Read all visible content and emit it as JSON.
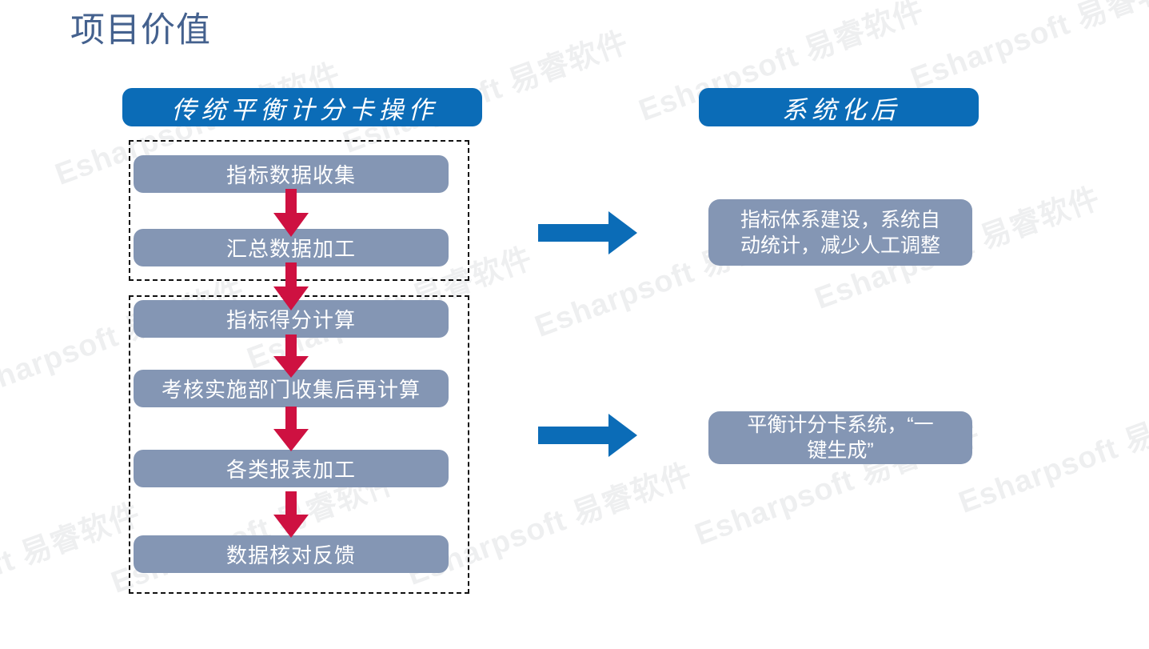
{
  "slide": {
    "title": "项目价值",
    "title_color": "#44618e",
    "background": "#ffffff"
  },
  "watermark": {
    "text": "Esharpsoft 易睿软件",
    "color": "#c9ccd1",
    "rotation_deg": -20
  },
  "colors": {
    "header_blue": "#0b6cb7",
    "box_gray_blue": "#8496b4",
    "red_arrow": "#ce1141",
    "blue_arrow": "#0b6cb7",
    "dashed_border": "#111111"
  },
  "columns": {
    "left": {
      "header": "传统平衡计分卡操作",
      "groups": [
        {
          "name": "data-collection-group",
          "steps": [
            "指标数据收集",
            "汇总数据加工"
          ]
        },
        {
          "name": "score-calculation-group",
          "steps": [
            "指标得分计算",
            "考核实施部门收集后再计算",
            "各类报表加工",
            "数据核对反馈"
          ]
        }
      ],
      "steps_flat": [
        "指标数据收集",
        "汇总数据加工",
        "指标得分计算",
        "考核实施部门收集后再计算",
        "各类报表加工",
        "数据核对反馈"
      ]
    },
    "right": {
      "header": "系统化后",
      "results": [
        {
          "line1": "指标体系建设，系统自",
          "line2": "动统计，减少人工调整"
        },
        {
          "line1": "平衡计分卡系统，“一",
          "line2": "键生成”"
        }
      ]
    }
  },
  "arrows": {
    "red_down_count": 5,
    "blue_right_count": 2,
    "red_icon": "arrow-down-icon",
    "blue_icon": "arrow-right-icon"
  }
}
